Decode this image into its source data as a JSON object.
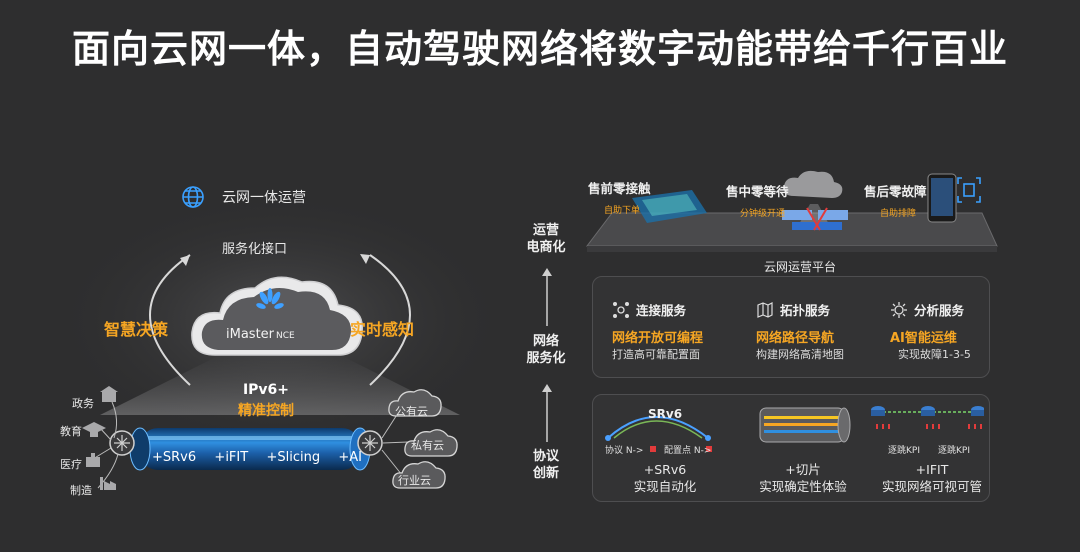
{
  "title": "面向云网一体，自动驾驶网络将数字动能带给千行百业",
  "left": {
    "top_label": "云网一体运营",
    "interface_label": "服务化接口",
    "left_arc_label": "智慧决策",
    "right_arc_label": "实时感知",
    "cloud_main": "iMaster",
    "cloud_sub": "NCE",
    "ipv6_line1": "IPv6+",
    "ipv6_line2": "精准控制",
    "pipe_labels": [
      "+SRv6",
      "+iFIT",
      "+Slicing",
      "+AI"
    ],
    "industries": [
      "政务",
      "教育",
      "医疗",
      "制造"
    ],
    "clouds": [
      "公有云",
      "私有云",
      "行业云"
    ]
  },
  "right": {
    "layer_labels": {
      "ops_line1": "运营",
      "ops_line2": "电商化",
      "net_line1": "网络",
      "net_line2": "服务化",
      "proto_line1": "协议",
      "proto_line2": "创新"
    },
    "ops_items": [
      {
        "title": "售前零接触",
        "sub": "自助下单"
      },
      {
        "title": "售中零等待",
        "sub": "分钟级开通"
      },
      {
        "title": "售后零故障",
        "sub": "自助排障"
      }
    ],
    "platform_label": "云网运营平台",
    "services": [
      {
        "title": "连接服务",
        "sub": "网络开放可编程",
        "desc": "打造高可靠配置面"
      },
      {
        "title": "拓扑服务",
        "sub": "网络路径导航",
        "desc": "构建网络高清地图"
      },
      {
        "title": "分析服务",
        "sub": "AI智能运维",
        "desc": "实现故障1-3-5"
      }
    ],
    "protocols": [
      {
        "line1": "+SRv6",
        "line2": "实现自动化"
      },
      {
        "line1": "+切片",
        "line2": "实现确定性体验"
      },
      {
        "line1": "+IFIT",
        "line2": "实现网络可视可管"
      }
    ],
    "srv6_label": "SRv6",
    "srv6_sub1": "协议 N->",
    "srv6_sub2": "配置点 N->",
    "kpi_labels": [
      "逐跳KPI",
      "逐跳KPI"
    ]
  },
  "colors": {
    "background": "#2e2e2f",
    "accent_orange": "#f6a623",
    "pipe_blue": "#2f8fe0",
    "red_marker": "#e23b3b"
  }
}
